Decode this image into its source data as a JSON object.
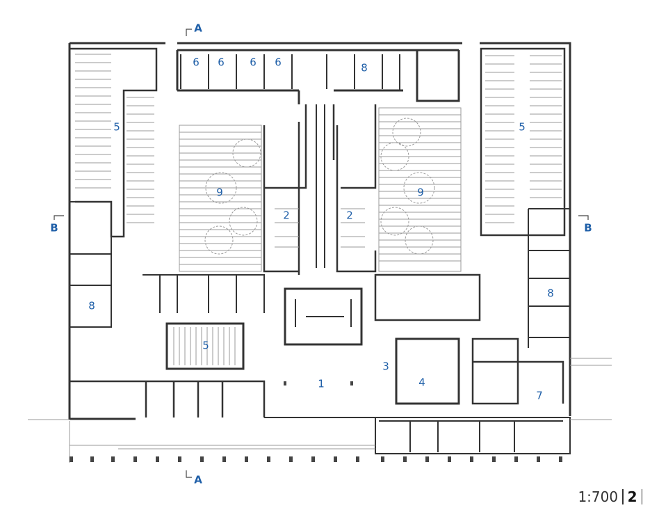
{
  "room_labels": {
    "r6a": "6",
    "r6b": "6",
    "r6c": "6",
    "r6d": "6",
    "r8top": "8",
    "r5left": "5",
    "r5right": "5",
    "r9left": "9",
    "r9right": "9",
    "r2left": "2",
    "r2right": "2",
    "r8left": "8",
    "r8right": "8",
    "r5mid": "5",
    "r1": "1",
    "r3": "3",
    "r4": "4",
    "r7": "7"
  },
  "section_marks": {
    "a_top": "A",
    "a_bottom": "A",
    "b_left": "B",
    "b_right": "B"
  },
  "footer": {
    "scale": "1:700",
    "page": "2"
  },
  "colors": {
    "label": "#1f5fa8",
    "wall": "#333333",
    "thin": "#9a9a9a"
  }
}
